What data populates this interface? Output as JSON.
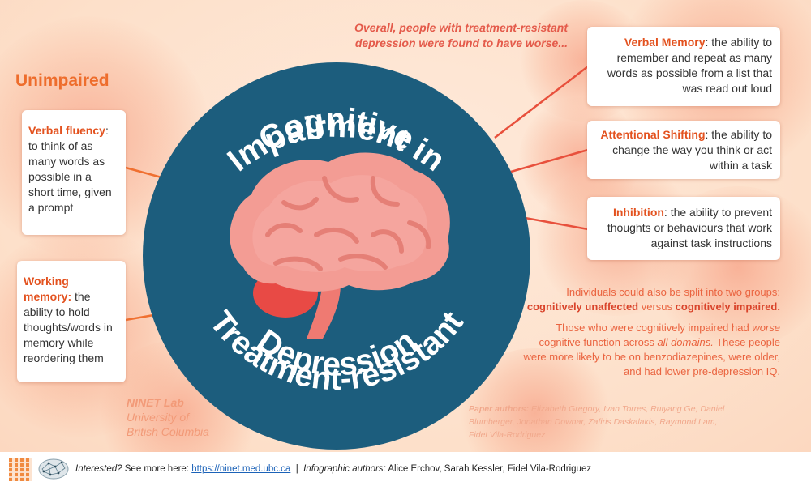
{
  "header": {
    "unimpaired": "Unimpaired",
    "overall": "Overall, people with treatment-resistant depression were found to have worse..."
  },
  "title": {
    "top_line1": "Cognitive",
    "top_line2": "Impairment in",
    "bottom_line1": "Treatment-resistant",
    "bottom_line2": "Depression"
  },
  "unimpaired_cards": [
    {
      "term": "Verbal fluency",
      "desc": "to think of as many words as possible in a short time, given a prompt"
    },
    {
      "term": "Working memory:",
      "desc": "the ability to hold thoughts/words in memory while reordering them"
    }
  ],
  "impaired_cards": [
    {
      "term": "Verbal Memory",
      "desc": "the ability to remember and repeat as many words as possible from a list that was read out loud"
    },
    {
      "term": "Attentional Shifting",
      "desc": "the ability to change the way you think or act within a task"
    },
    {
      "term": "Inhibition",
      "desc": "the ability to prevent thoughts or behaviours that work against task instructions"
    }
  ],
  "groups": {
    "intro": "Individuals could also be split into two groups:",
    "group_a": "cognitively unaffected",
    "versus": "versus",
    "group_b": "cognitively impaired.",
    "p2_a": "Those who were cognitively impaired had",
    "p2_worse": "worse",
    "p2_b": "cognitive function across",
    "p2_all": "all domains.",
    "p2_c": "These people were more likely to be on benzodiazepines, were older, and had lower pre-depression IQ."
  },
  "lab": {
    "name": "NINET Lab",
    "line2": "University of",
    "line3": "British Columbia"
  },
  "paper": {
    "label": "Paper authors:",
    "names": "Elizabeth Gregory, Ivan Torres, Ruiyang Ge, Daniel Blumberger, Jonathan Downar, Zafiris Daskalakis, Raymond Lam, Fidel Vila-Rodriguez"
  },
  "footer": {
    "interested": "Interested?",
    "see_more": "See more here:",
    "url": "https://ninet.med.ubc.ca",
    "sep": "|",
    "infographic_label": "Infographic authors:",
    "infographic_names": "Alice Erchov, Sarah Kessler, Fidel Vila-Rodriguez"
  },
  "colors": {
    "circle": "#1c5d7d",
    "accent": "#e3521f",
    "brain": "#f39c94",
    "cerebellum": "#e84a45"
  },
  "icons": {
    "brain": "brain-icon",
    "qr": "qr-code-icon",
    "logo": "brain-network-logo-icon"
  }
}
